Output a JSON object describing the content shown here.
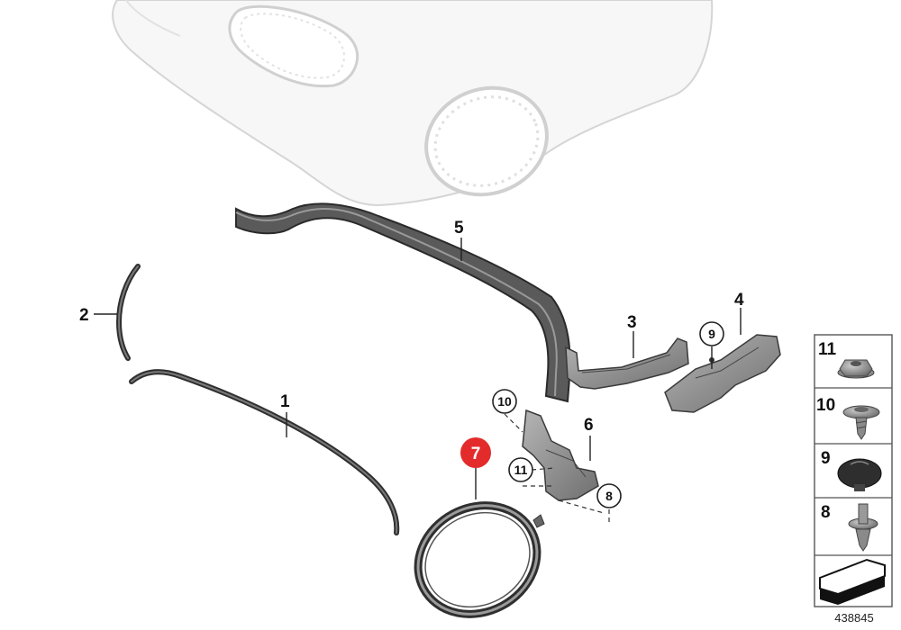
{
  "diagram": {
    "callouts": {
      "p1": "1",
      "p2": "2",
      "p3": "3",
      "p4": "4",
      "p5": "5",
      "p6": "6",
      "p7": "7",
      "c8": "8",
      "c9": "9",
      "c10": "10",
      "c11": "11"
    },
    "legend": [
      "11",
      "10",
      "9",
      "8"
    ],
    "reference_number": "438845",
    "colors": {
      "highlight": "#e32b2b",
      "seal": "#3a3a3a",
      "part_gray": "#8a8a8a",
      "ghost": "#d8d8d8"
    }
  }
}
